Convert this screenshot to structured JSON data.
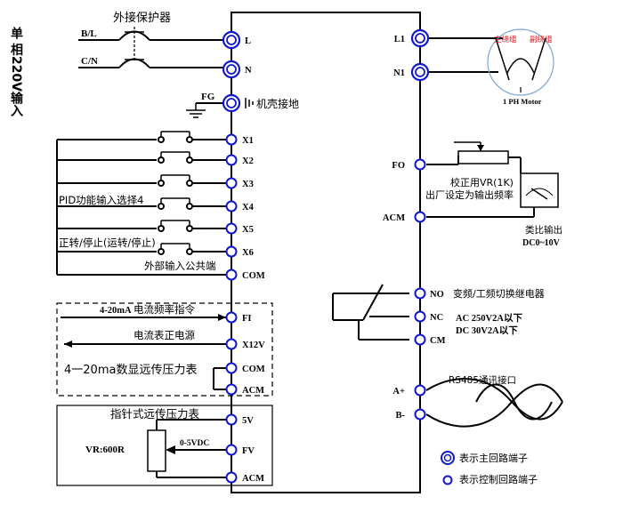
{
  "left": {
    "supply_label": "单 相220V输入",
    "breaker_label": "外接保护器",
    "line_labels": [
      "B/L",
      "C/N"
    ],
    "ground_label": "FG",
    "ground_note": "机壳接地"
  },
  "power_terminals": [
    "L",
    "N"
  ],
  "input_terminals": [
    "X1",
    "X2",
    "X3",
    "X4",
    "X5",
    "X6",
    "COM"
  ],
  "input_notes": {
    "pid": "PID功能输入选择4",
    "run": "正转/停止(运转/停止)",
    "common": "外部输入公共端"
  },
  "current_box": {
    "signal": "4-20mA",
    "command": "电流频率指令",
    "power": "电流表正电源",
    "title": "4一20ma数显远传压力表",
    "terminals": [
      "FI",
      "X12V",
      "COM",
      "ACM"
    ]
  },
  "pointer_box": {
    "title": "指针式远传压力表",
    "vr": "VR:600R",
    "voltage": "0-5VDC",
    "terminals": [
      "5V",
      "FV",
      "ACM"
    ]
  },
  "motor": {
    "terminals": [
      "L1",
      "N1"
    ],
    "winding_left": "主绕组",
    "winding_right": "副绕组",
    "label": "1 PH Motor"
  },
  "fo_section": {
    "terminals": [
      "FO",
      "ACM"
    ],
    "note_line1": "校正用VR(1K)",
    "note_line2": "出厂设定为输出频率",
    "meter_line1": "类比输出",
    "meter_line2": "DC0~10V"
  },
  "relay_section": {
    "terminals": [
      "NO",
      "NC",
      "CM"
    ],
    "title": "变频/工频切换继电器",
    "rating1": "AC  250V2A以下",
    "rating2": "DC  30V2A以下"
  },
  "rs485": {
    "terminals": [
      "A+",
      "B-"
    ],
    "label": "RS485通讯接口"
  },
  "legend": {
    "main": "表示主回路端子",
    "control": "表示控制回路端子"
  },
  "colors": {
    "terminal": "#1018c8",
    "line": "#000000",
    "winding": "#e0141e",
    "motor": "#7aa6d8"
  }
}
